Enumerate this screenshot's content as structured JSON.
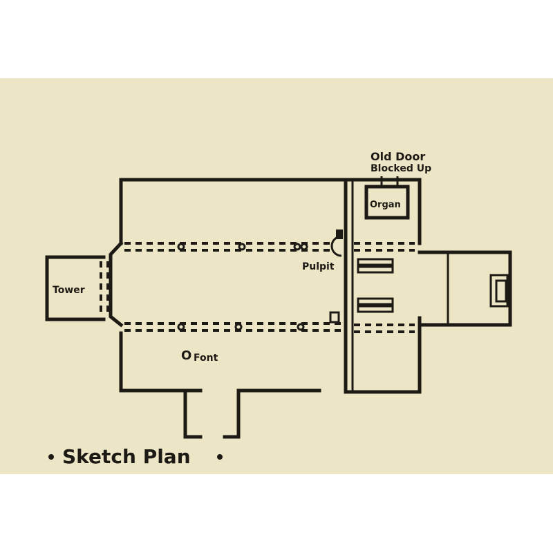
{
  "labels": {
    "old_door": "Old Door",
    "blocked_up": "Blocked Up",
    "organ": "Organ",
    "pulpit": "Pulpit",
    "tower": "Tower",
    "font": "Font",
    "font_marker": "O",
    "title": "Sketch Plan"
  },
  "colors": {
    "paper": "#ede6c6",
    "ink": "#1d1a16"
  }
}
